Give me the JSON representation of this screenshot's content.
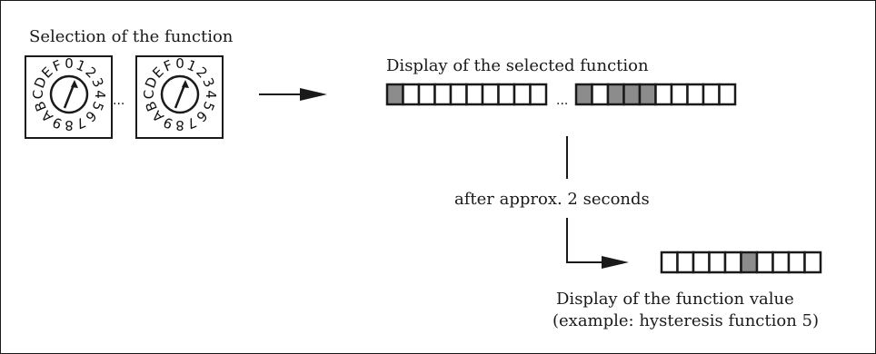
{
  "labels": {
    "selection": "Selection of the function",
    "display_selected": "Display of the selected function",
    "after": "after approx. 2 seconds",
    "display_value_line1": "Display of the function value",
    "display_value_line2": "(example: hysteresis function 5)"
  },
  "dial": {
    "chars": [
      "0",
      "1",
      "2",
      "3",
      "4",
      "5",
      "6",
      "7",
      "8",
      "9",
      "A",
      "B",
      "C",
      "D",
      "E",
      "F"
    ],
    "ellipsis": "..."
  },
  "display_selected": {
    "left": [
      1,
      0,
      0,
      0,
      0,
      0,
      0,
      0,
      0,
      0
    ],
    "ellipsis": "...",
    "right": [
      1,
      0,
      1,
      1,
      1,
      0,
      0,
      0,
      0,
      0
    ]
  },
  "display_value": {
    "segments": [
      0,
      0,
      0,
      0,
      0,
      1,
      0,
      0,
      0,
      0
    ]
  },
  "colors": {
    "segment_on": "#8c8c8c",
    "segment_off": "#ffffff",
    "stroke": "#1a1a1a"
  }
}
